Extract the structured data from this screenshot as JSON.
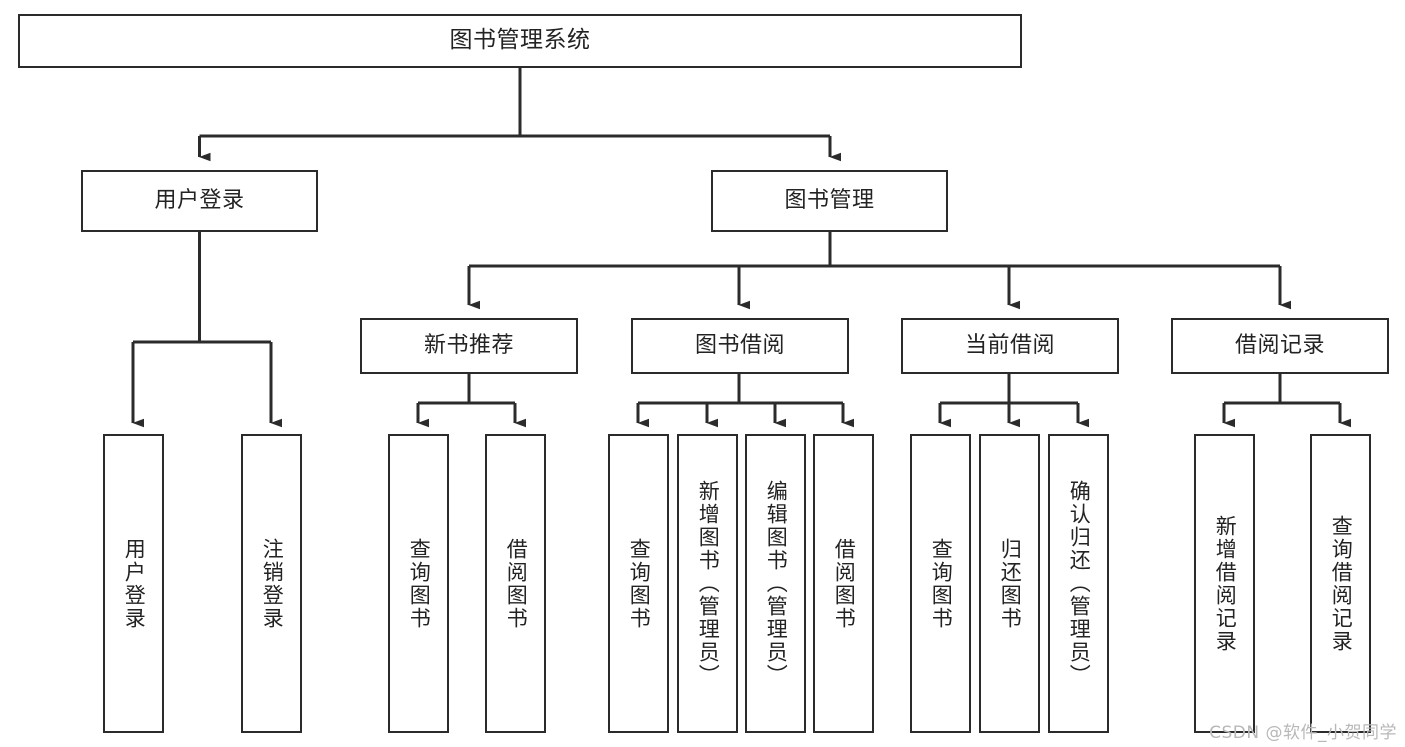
{
  "diagram": {
    "type": "tree-hierarchy-chart",
    "title": "图书管理系统",
    "background_color": "#ffffff",
    "box_border_color": "#2b2b2b",
    "text_color": "#232323",
    "connector_color": "#2b2b2b",
    "nodes": {
      "root": {
        "label": "图书管理系统",
        "level": 1
      },
      "l2": [
        {
          "id": "user-login",
          "label": "用户登录"
        },
        {
          "id": "book-manage",
          "label": "图书管理"
        }
      ],
      "l3": [
        {
          "id": "new-book-recommend",
          "label": "新书推荐",
          "parent": "book-manage"
        },
        {
          "id": "book-borrow",
          "label": "图书借阅",
          "parent": "book-manage"
        },
        {
          "id": "current-borrow",
          "label": "当前借阅",
          "parent": "book-manage"
        },
        {
          "id": "borrow-record",
          "label": "借阅记录",
          "parent": "book-manage"
        }
      ],
      "leaves": [
        {
          "id": "leaf-user-login",
          "label": "用户登录",
          "parent": "user-login"
        },
        {
          "id": "leaf-logout-login",
          "label": "注销登录",
          "parent": "user-login"
        },
        {
          "id": "leaf-query-book-1",
          "label": "查询图书",
          "parent": "new-book-recommend"
        },
        {
          "id": "leaf-borrow-book-1",
          "label": "借阅图书",
          "parent": "new-book-recommend"
        },
        {
          "id": "leaf-query-book-2",
          "label": "查询图书",
          "parent": "book-borrow"
        },
        {
          "id": "leaf-add-book",
          "label": "新增图书（管理员）",
          "parent": "book-borrow"
        },
        {
          "id": "leaf-edit-book",
          "label": "编辑图书（管理员）",
          "parent": "book-borrow"
        },
        {
          "id": "leaf-borrow-book-2",
          "label": "借阅图书",
          "parent": "book-borrow"
        },
        {
          "id": "leaf-query-book-3",
          "label": "查询图书",
          "parent": "current-borrow"
        },
        {
          "id": "leaf-return-book",
          "label": "归还图书",
          "parent": "current-borrow"
        },
        {
          "id": "leaf-confirm-return",
          "label": "确认归还（管理员）",
          "parent": "current-borrow"
        },
        {
          "id": "leaf-add-borrow-record",
          "label": "新增借阅记录",
          "parent": "borrow-record"
        },
        {
          "id": "leaf-query-borrow-record",
          "label": "查询借阅记录",
          "parent": "borrow-record"
        }
      ]
    },
    "watermark": "CSDN @软件_小贺同学"
  }
}
